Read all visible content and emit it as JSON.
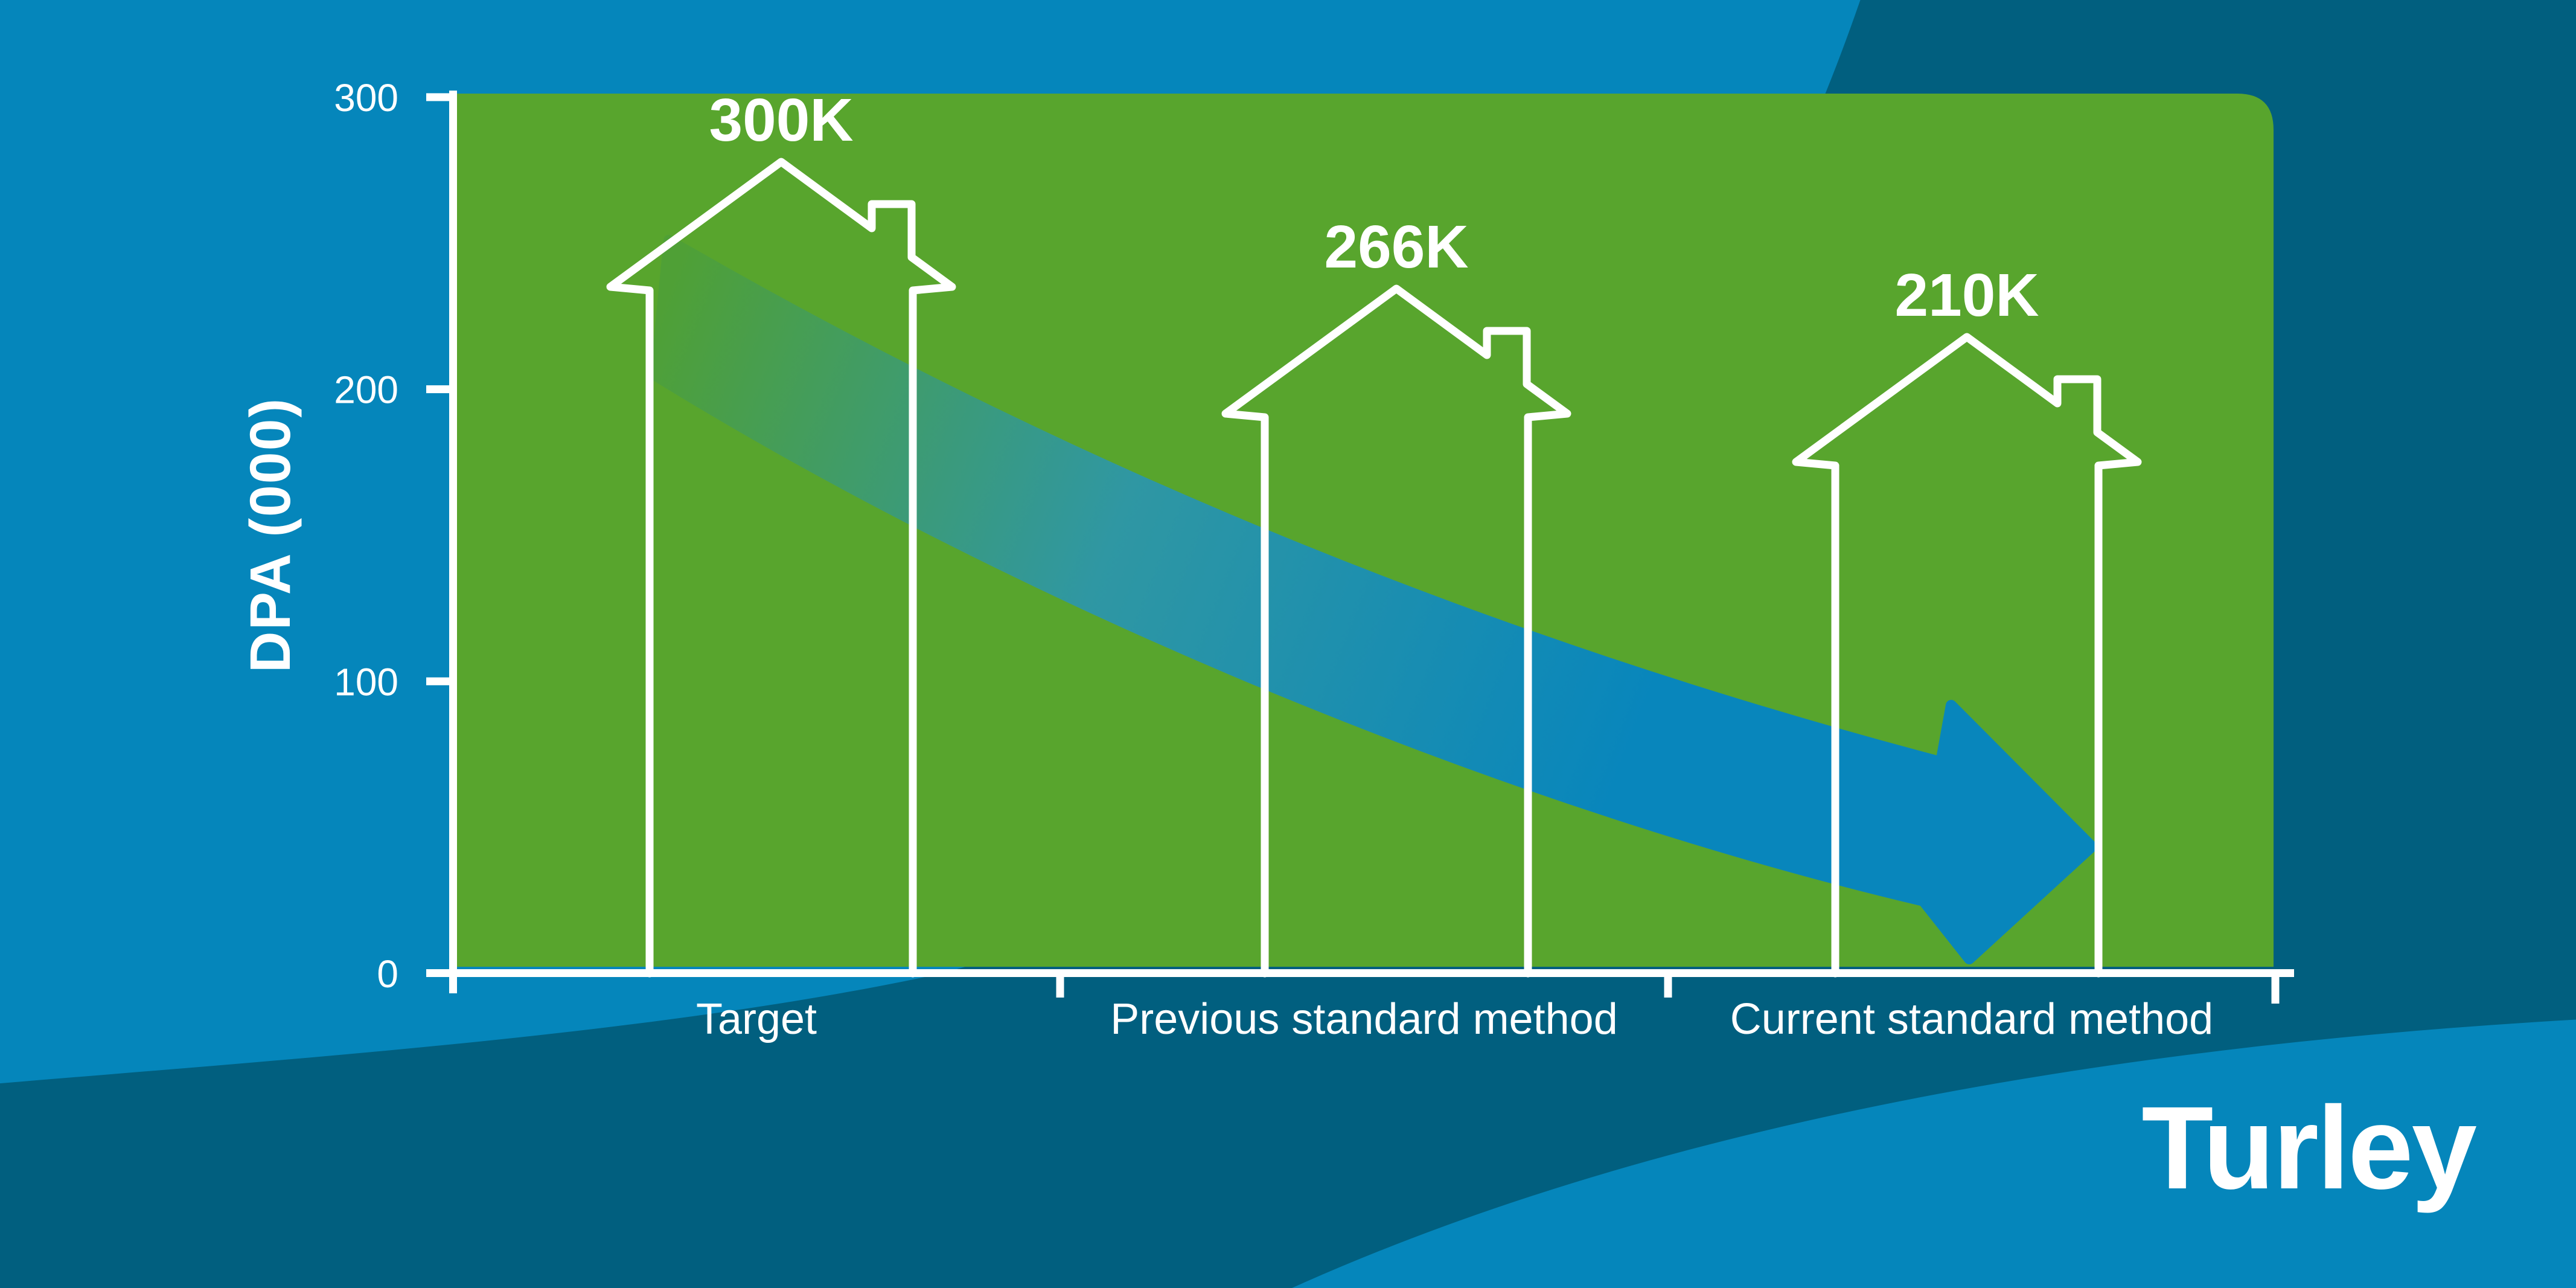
{
  "brand": {
    "logo_text": "Turley"
  },
  "chart_data": {
    "type": "bar",
    "title": "",
    "ylabel": "DPA (000)",
    "xlabel": "",
    "categories": [
      "Target",
      "Previous standard method",
      "Current standard method"
    ],
    "values": [
      300,
      266,
      210
    ],
    "value_labels": [
      "300K",
      "266K",
      "210K"
    ],
    "ytick_values": [
      0,
      100,
      200,
      300
    ],
    "ytick_labels": [
      "0",
      "100",
      "200",
      "300"
    ],
    "ylim": [
      0,
      300
    ],
    "units": "thousands of dwellings",
    "grid": "off",
    "legend": "none",
    "marker_icon": "house-outline-icon",
    "trend_icon": "downward-curved-arrow-icon",
    "trend_direction": "decreasing"
  },
  "colors": {
    "background_blue": "#0586BB",
    "background_dark_teal": "#015F7F",
    "panel_green": "#58A52D",
    "arrow_tail_green": "#4FA036",
    "arrow_mid_teal": "#2F97A3",
    "arrow_head_blue": "#0886BC",
    "axis_white": "#FFFFFF",
    "text_white": "#FFFFFF"
  }
}
